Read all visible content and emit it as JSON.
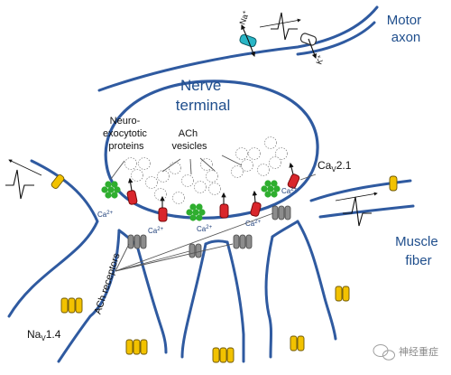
{
  "labels": {
    "motor_axon": [
      "Motor",
      "axon"
    ],
    "nerve_terminal": [
      "Nerve",
      "terminal"
    ],
    "neuroexocytotic": [
      "Neuro-",
      "exocytotic",
      "proteins"
    ],
    "ach_vesicles": [
      "ACh",
      "vesicles"
    ],
    "cav21": {
      "base": "Ca",
      "sub": "V",
      "tail": "2.1"
    },
    "muscle_fiber": [
      "Muscle",
      "fiber"
    ],
    "ach_receptors": "ACh receptors",
    "nav14": {
      "base": "Na",
      "sub": "V",
      "tail": "1.4"
    },
    "ca_ion": {
      "base": "Ca",
      "sup": "2+"
    },
    "na_ion": {
      "base": "Na",
      "sup": "+"
    },
    "k_ion": {
      "base": "K",
      "sup": "+"
    },
    "watermark": "神经重症"
  },
  "colors": {
    "membrane": "#2f5aa0",
    "nav_channel": "#f2c200",
    "cav_channel": "#d9262c",
    "achr": "#8c8c8c",
    "sodium_channel_axon": "#29b6c6",
    "neuroexocytotic": "#2fae2f",
    "label_blue": "#1f4e8c"
  },
  "icons": {
    "action_potential": "action-potential-trace-icon",
    "watermark_logo": "wechat-logo-icon"
  }
}
